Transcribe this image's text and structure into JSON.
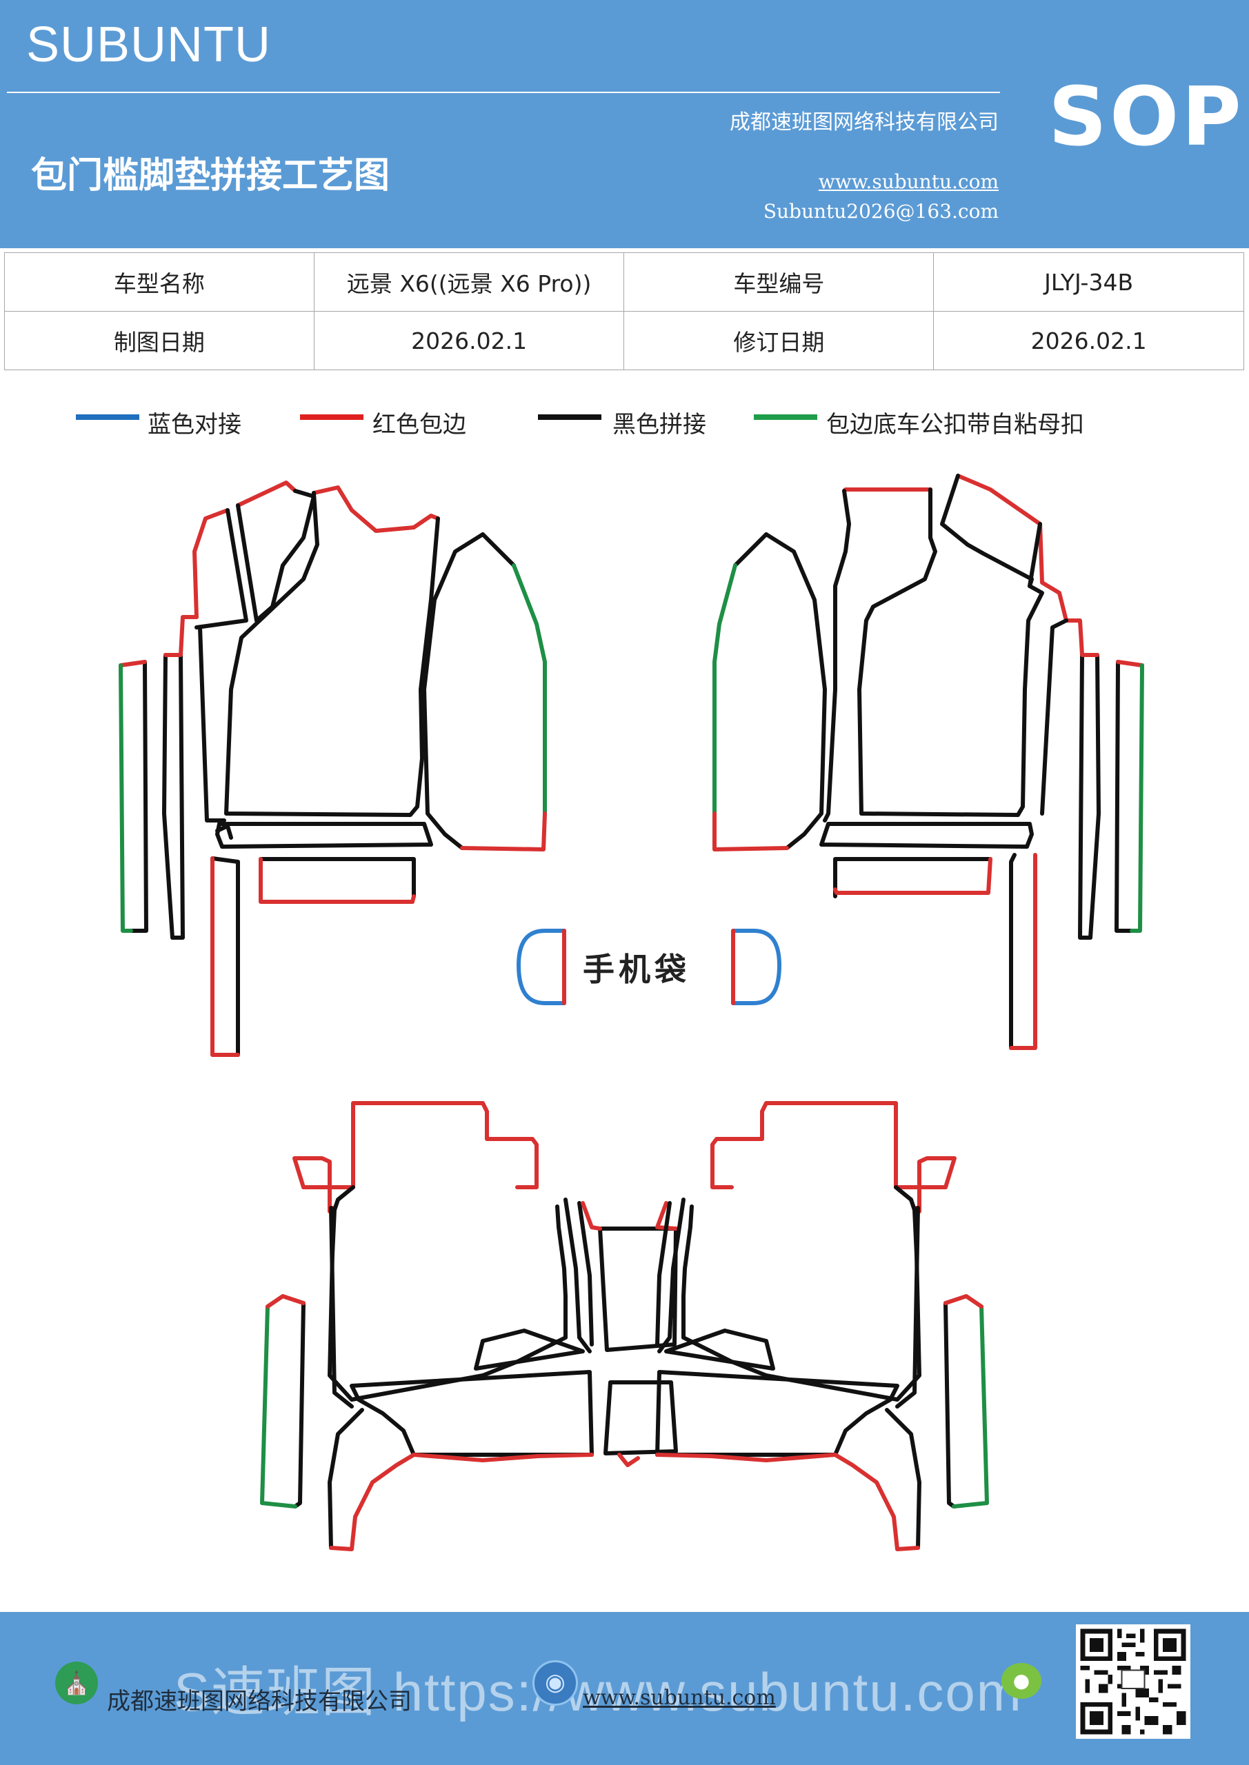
{
  "header": {
    "brand": "SUBUNTU",
    "doc_type": "SOP",
    "title": "包门槛脚垫拼接工艺图",
    "company": "成都速班图网络科技有限公司",
    "website": "www.subuntu.com",
    "email": "Subuntu2026@163.com"
  },
  "info": {
    "model_name_label": "车型名称",
    "model_name_value": "远景 X6((远景 X6  Pro))",
    "model_code_label": "车型编号",
    "model_code_value": "JLYJ-34B",
    "drawing_date_label": "制图日期",
    "drawing_date_value": "2026.02.1",
    "revision_date_label": "修订日期",
    "revision_date_value": "2026.02.1"
  },
  "legend": [
    {
      "label": "蓝色对接",
      "color": "#1f6fbf"
    },
    {
      "label": "红色包边",
      "color": "#e02020"
    },
    {
      "label": "黑色拼接",
      "color": "#111111"
    },
    {
      "label": "包边底车公扣带自粘母扣",
      "color": "#1e9e4a"
    }
  ],
  "diagram": {
    "phone_pocket_label": "手机袋",
    "colors": {
      "black": "#111111",
      "red": "#d93030",
      "green": "#1e8f45",
      "blue": "#2f80d0"
    }
  },
  "footer": {
    "company": "成都速班图网络科技有限公司",
    "url": "www.subuntu.com",
    "watermark": "S速班图 https://www.subuntu.com"
  }
}
